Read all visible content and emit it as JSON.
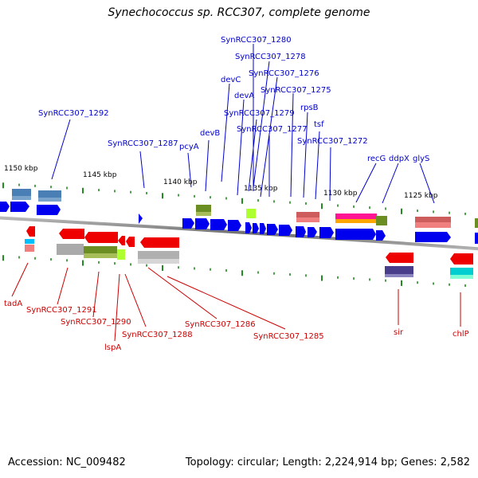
{
  "title": "Synechococcus sp. RCC307, complete genome",
  "footer": {
    "accession": "Accession: NC_009482",
    "topology": "Topology: circular; Length: 2,224,914 bp; Genes: 2,582"
  },
  "colors": {
    "top_label": "#0000cc",
    "bottom_label": "#cc0000",
    "tick": "#228b22",
    "backbone": "#808080"
  },
  "kbp_labels": [
    "1150 kbp",
    "1145 kbp",
    "1140 kbp",
    "1135 kbp",
    "1130 kbp",
    "1125 kbp"
  ],
  "top_labels": [
    "SynRCC307_1280",
    "SynRCC307_1278",
    "devC",
    "SynRCC307_1276",
    "devA",
    "SynRCC307_1275",
    "SynRCC307_1279",
    "rpsB",
    "SynRCC307_1292",
    "SynRCC307_1277",
    "tsf",
    "devB",
    "SynRCC307_1287",
    "pcyA",
    "SynRCC307_1272",
    "recG",
    "ddpX",
    "glyS"
  ],
  "bottom_labels": [
    "tadA",
    "SynRCC307_1291",
    "SynRCC307_1290",
    "SynRCC307_1288",
    "lspA",
    "SynRCC307_1286",
    "SynRCC307_1285",
    "sir",
    "chlP"
  ]
}
